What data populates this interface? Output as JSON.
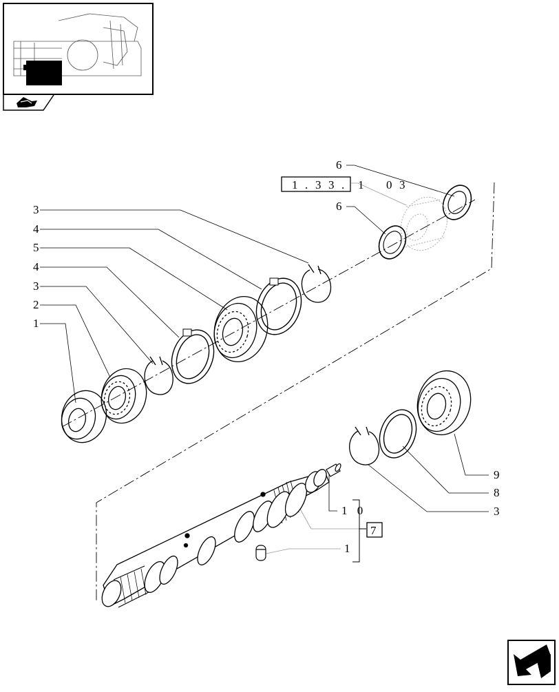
{
  "diagram": {
    "reference_code": [
      "1",
      ".",
      "3",
      "3",
      ".",
      "1",
      "0",
      "3"
    ],
    "kit_number": "7",
    "callouts": {
      "c6_top": "6",
      "c6_mid": "6",
      "c3_a": "3",
      "c4_a": "4",
      "c5": "5",
      "c4_b": "4",
      "c3_b": "3",
      "c2": "2",
      "c1_a": "1",
      "c9": "9",
      "c8": "8",
      "c3_c": "3",
      "c10": "1 0",
      "c1_b": "1"
    }
  },
  "icons": {
    "thumbnail": "gearbox-thumbnail-icon",
    "book": "manual-book-icon",
    "next": "next-page-arrow-icon"
  }
}
